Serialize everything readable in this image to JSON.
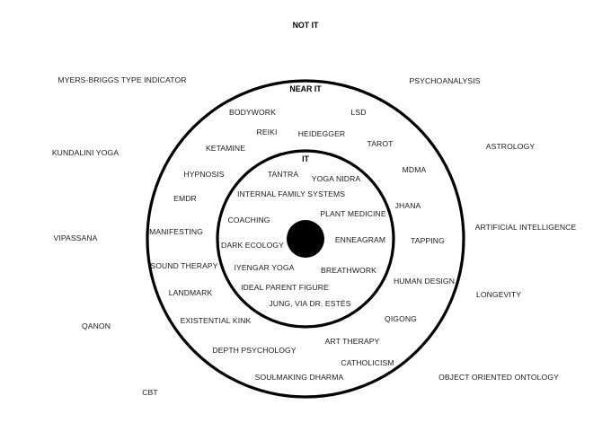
{
  "colors": {
    "ink": "#000000",
    "background": "#ffffff"
  },
  "titles": {
    "outer": "NOT IT",
    "middle": "NEAR IT",
    "inner": "IT"
  },
  "outer_items": [
    "MYERS-BRIGGS TYPE INDICATOR",
    "PSYCHOANALYSIS",
    "KUNDALINI YOGA",
    "ASTROLOGY",
    "VIPASSANA",
    "ARTIFICIAL INTELLIGENCE",
    "LONGEVITY",
    "QANON",
    "OBJECT ORIENTED ONTOLOGY",
    "CBT"
  ],
  "middle_items": [
    "BODYWORK",
    "LSD",
    "REIKI",
    "HEIDEGGER",
    "KETAMINE",
    "TAROT",
    "HYPNOSIS",
    "MDMA",
    "EMDR",
    "JHANA",
    "MANIFESTING",
    "TAPPING",
    "SOUND THERAPY",
    "LANDMARK",
    "HUMAN DESIGN",
    "EXISTENTIAL KINK",
    "QIGONG",
    "ART THERAPY",
    "DEPTH PSYCHOLOGY",
    "CATHOLICISM",
    "SOULMAKING DHARMA"
  ],
  "inner_items": [
    "TANTRA",
    "YOGA NIDRA",
    "INTERNAL FAMILY SYSTEMS",
    "COACHING",
    "PLANT MEDICINE",
    "DARK ECOLOGY",
    "ENNEAGRAM",
    "IYENGAR YOGA",
    "BREATHWORK",
    "IDEAL PARENT FIGURE",
    "JUNG, VIA DR. ESTÉS"
  ]
}
